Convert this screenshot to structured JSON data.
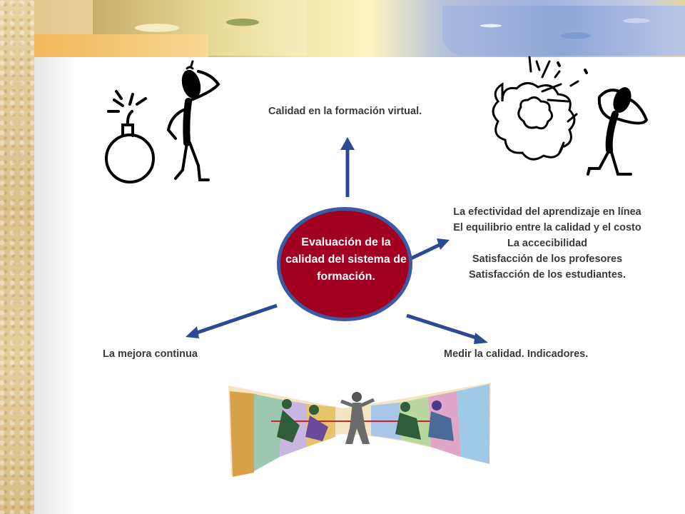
{
  "diagram": {
    "center": {
      "lines": [
        "Evaluación de la",
        "calidad del sistema de",
        "formación."
      ]
    },
    "top_label": "Calidad en la formación virtual.",
    "left_label": "La mejora continua",
    "bottom_right_label": "Medir la calidad. Indicadores.",
    "right_list": [
      "La efectividad del aprendizaje en línea",
      "El equilibrio entre la calidad y el costo",
      "La accecibilidad",
      "Satisfacción de los profesores",
      "Satisfacción de los estudiantes."
    ]
  },
  "colors": {
    "center_fill": "#a10020",
    "center_border": "#3c59a6",
    "arrow": "#2a4a94",
    "text": "#3a3a3a"
  },
  "clipart": [
    "bomb-icon",
    "confused-stick-figure-icon",
    "explosion-cloud-icon",
    "frustrated-stick-figure-icon",
    "tug-of-war-image"
  ]
}
